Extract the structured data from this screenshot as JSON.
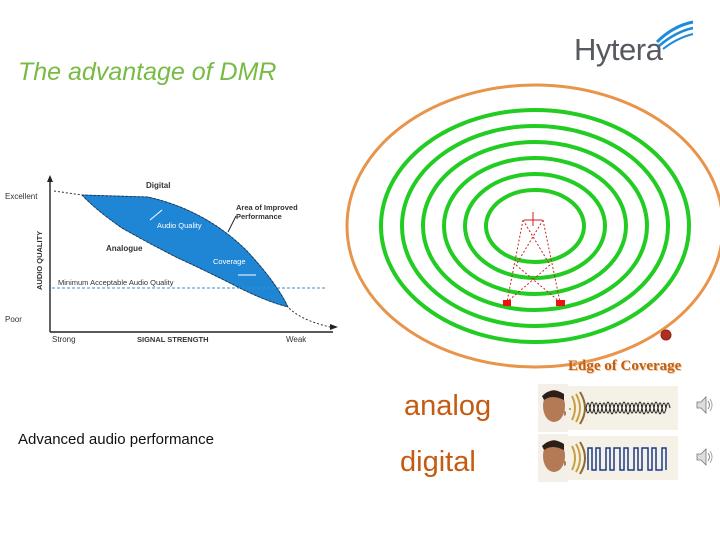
{
  "slide": {
    "title": "The advantage of DMR",
    "brand": "Hytera",
    "caption": "Advanced audio performance"
  },
  "quality_chart": {
    "y_label": "AUDIO QUALITY",
    "x_label": "SIGNAL STRENGTH",
    "y_high": "Excellent",
    "y_low": "Poor",
    "x_left": "Strong",
    "x_right": "Weak",
    "digital_label": "Digital",
    "analogue_label": "Analogue",
    "area_label_line1": "Area of Improved",
    "area_label_line2": "Performance",
    "audio_quality_label": "Audio Quality",
    "coverage_label": "Coverage",
    "threshold_label": "Minimum Acceptable Audio Quality",
    "fill_color": "#1f86d6"
  },
  "coverage": {
    "edge_label": "Edge of Coverage",
    "ring_color": "#22cc22",
    "boundary_color": "#e8944a"
  },
  "comparison": {
    "analog_label": "analog",
    "digital_label": "digital",
    "speaker_icon": "speaker-icon"
  }
}
